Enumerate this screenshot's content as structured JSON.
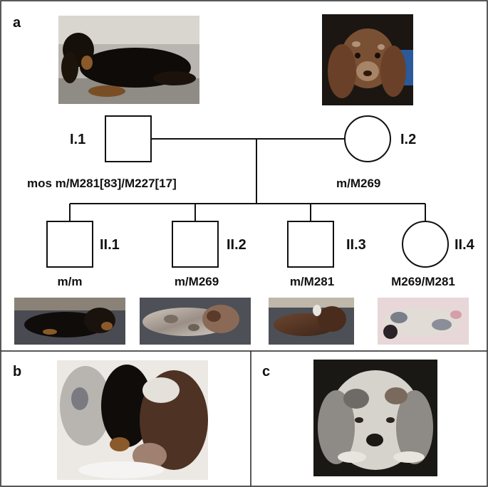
{
  "panels": {
    "a": "a",
    "b": "b",
    "c": "c"
  },
  "pedigree": {
    "father": {
      "id": "I.1",
      "genotype": "mos m/M281[83]/M227[17]",
      "sex": "male"
    },
    "mother": {
      "id": "I.2",
      "genotype": "m/M269",
      "sex": "female"
    },
    "offspring": [
      {
        "id": "II.1",
        "genotype": "m/m",
        "sex": "male"
      },
      {
        "id": "II.2",
        "genotype": "m/M269",
        "sex": "male"
      },
      {
        "id": "II.3",
        "genotype": "m/M281",
        "sex": "male"
      },
      {
        "id": "II.4",
        "genotype": "M269/M281",
        "sex": "female"
      }
    ]
  },
  "colors": {
    "line": "#111111",
    "border": "#222222"
  }
}
